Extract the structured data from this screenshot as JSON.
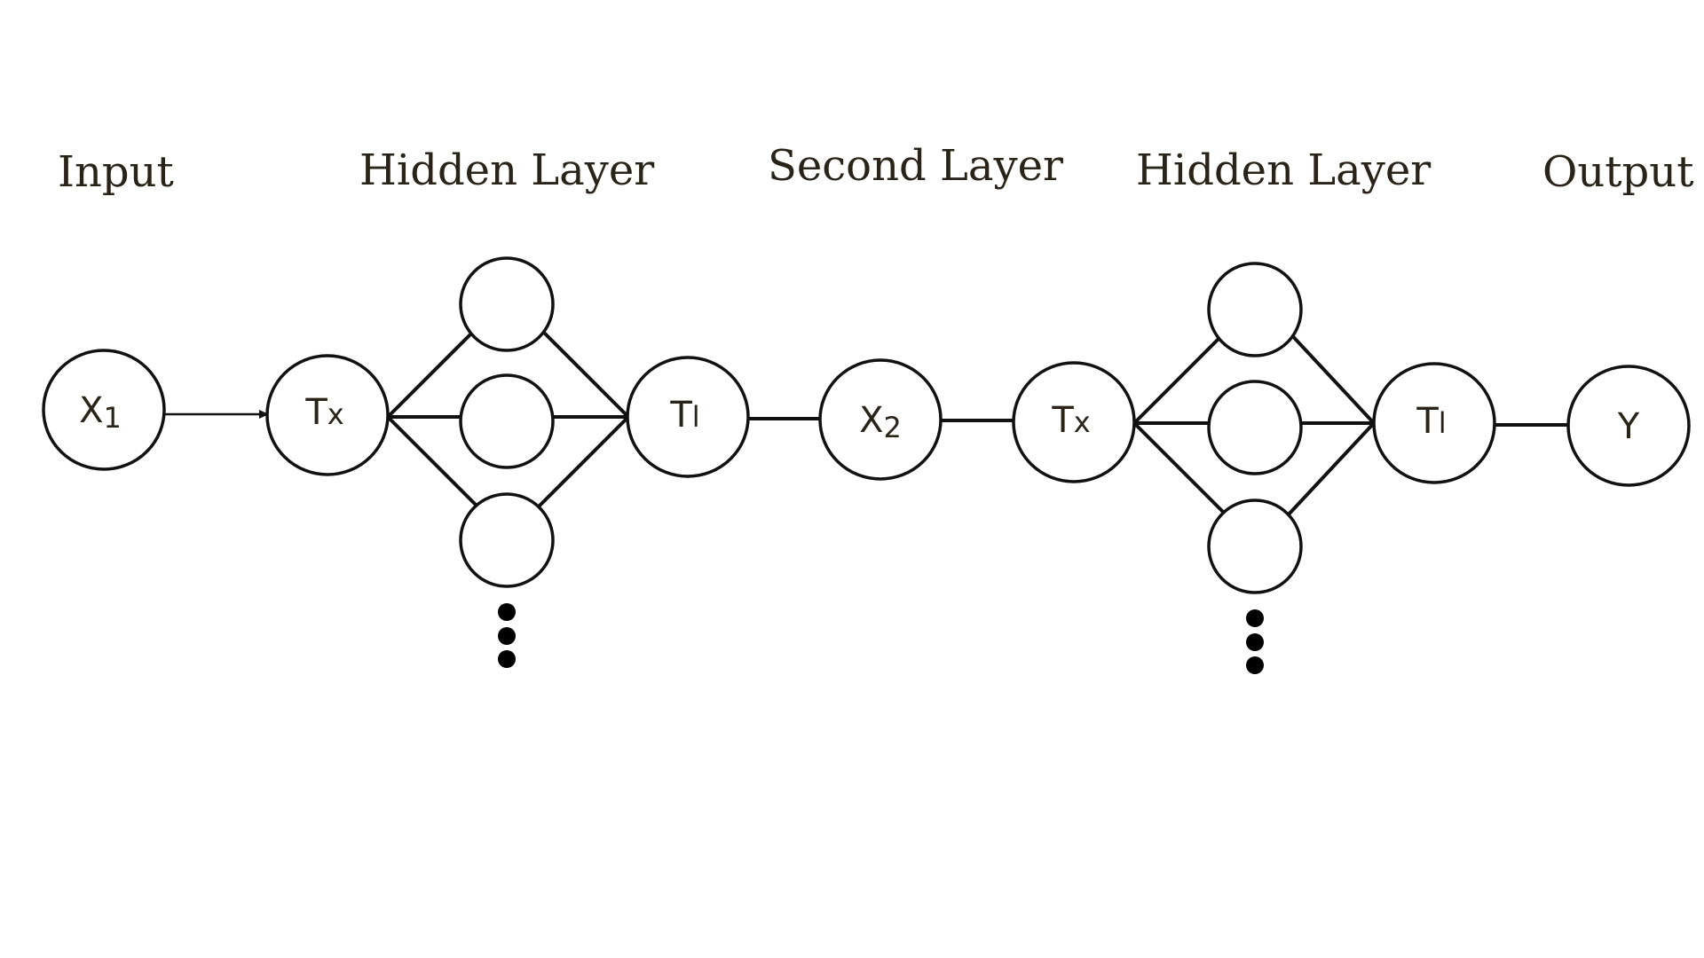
{
  "columns": {
    "input": "Input",
    "hidden_1": "Hidden Layer",
    "second": "Second Layer",
    "hidden_2": "Hidden Layer",
    "output": "Output"
  },
  "nodes": {
    "x1": "X",
    "x1_sub": "1",
    "tx1": "T",
    "tx1_sub": "x",
    "tl1": "T",
    "tl1_sub": "l",
    "x2": "X",
    "x2_sub": "2",
    "tx2": "T",
    "tx2_sub": "x",
    "tl2": "T",
    "tl2_sub": "l",
    "y": "Y"
  },
  "colors": {
    "stroke": "#111111",
    "text": "#2a2418"
  }
}
